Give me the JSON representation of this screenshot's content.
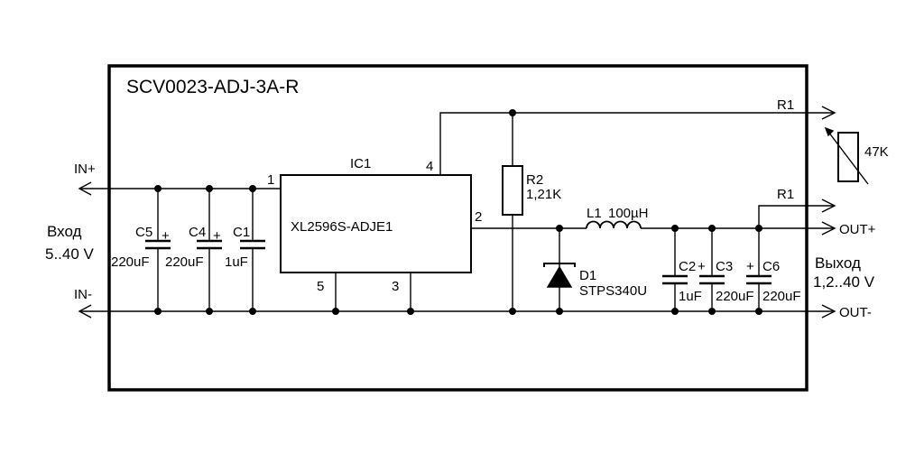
{
  "board": {
    "title": "SCV0023-ADJ-3A-R",
    "input_label": "Вход",
    "input_range": "5..40 V",
    "output_label": "Выход",
    "output_range": "1,2..40 V"
  },
  "terminals": {
    "in_plus": "IN+",
    "in_minus": "IN-",
    "out_plus": "OUT+",
    "out_minus": "OUT-"
  },
  "ic": {
    "ref": "IC1",
    "part": "XL2596S-ADJE1",
    "pins": {
      "p1": "1",
      "p2": "2",
      "p3": "3",
      "p4": "4",
      "p5": "5"
    }
  },
  "components": {
    "c5": {
      "ref": "C5",
      "value": "220uF",
      "polarity": "+"
    },
    "c4": {
      "ref": "C4",
      "value": "220uF",
      "polarity": "+"
    },
    "c1": {
      "ref": "C1",
      "value": "1uF"
    },
    "r2": {
      "ref": "R2",
      "value": "1,21K"
    },
    "r1_top": {
      "ref": "R1"
    },
    "r1_bottom": {
      "ref": "R1"
    },
    "pot_value": "47K",
    "l1": {
      "ref": "L1",
      "value": "100µH"
    },
    "d1": {
      "ref": "D1",
      "part": "STPS340U"
    },
    "c2": {
      "ref": "C2",
      "value": "1uF"
    },
    "c3": {
      "ref": "C3",
      "value": "220uF",
      "polarity": "+"
    },
    "c6": {
      "ref": "C6",
      "value": "220uF",
      "polarity": "+"
    }
  }
}
